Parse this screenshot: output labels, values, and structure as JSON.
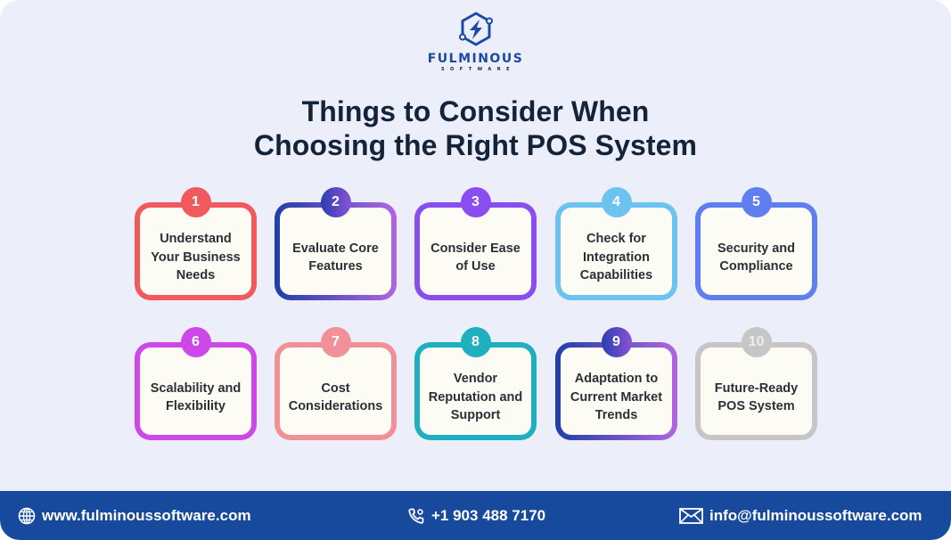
{
  "logo": {
    "wordmark": "FULMINOUS",
    "subtext": "SOFTWARE",
    "icon": "hexagon-lightning-icon",
    "color": "#1b4aa6"
  },
  "title": {
    "line1": "Things to Consider When",
    "line2": "Choosing the Right POS System"
  },
  "cards": [
    {
      "number": "1",
      "label": "Understand Your Business Needs",
      "lines": [
        "Understand",
        "Your Business",
        "Needs"
      ],
      "color": "#f05a5e",
      "gradient": null
    },
    {
      "number": "2",
      "label": "Evaluate Core Features",
      "lines": [
        "Evaluate Core",
        "Features"
      ],
      "color": "#1f3fa8",
      "gradient": [
        "#1f3fa8",
        "#b066e0"
      ]
    },
    {
      "number": "3",
      "label": "Consider Ease of Use",
      "lines": [
        "Consider Ease",
        "of Use"
      ],
      "color": "#8a4ef0",
      "gradient": null
    },
    {
      "number": "4",
      "label": "Check for Integration Capabilities",
      "lines": [
        "Check for",
        "Integration",
        "Capabilities"
      ],
      "color": "#6cc3ef",
      "gradient": null
    },
    {
      "number": "5",
      "label": "Security and Compliance",
      "lines": [
        "Security and",
        "Compliance"
      ],
      "color": "#5f7ff0",
      "gradient": null
    },
    {
      "number": "6",
      "label": "Scalability and Flexibility",
      "lines": [
        "Scalability and",
        "Flexibility"
      ],
      "color": "#cc49e8",
      "gradient": null
    },
    {
      "number": "7",
      "label": "Cost Considerations",
      "lines": [
        "Cost",
        "Considerations"
      ],
      "color": "#ef9196",
      "gradient": null
    },
    {
      "number": "8",
      "label": "Vendor Reputation and Support",
      "lines": [
        "Vendor",
        "Reputation and",
        "Support"
      ],
      "color": "#1fb0bf",
      "gradient": null
    },
    {
      "number": "9",
      "label": "Adaptation to Current Market Trends",
      "lines": [
        "Adaptation to",
        "Current Market",
        "Trends"
      ],
      "color": "#1f3fa8",
      "gradient": [
        "#1f3fa8",
        "#b066e0"
      ]
    },
    {
      "number": "10",
      "label": "Future-Ready POS System",
      "lines": [
        "Future-Ready",
        "POS System"
      ],
      "color": "#c6c6c6",
      "gradient": null
    }
  ],
  "footer": {
    "website": {
      "icon": "globe-icon",
      "text": "www.fulminoussoftware.com"
    },
    "phone": {
      "icon": "phone-icon",
      "text": "+1 903 488 7170"
    },
    "email": {
      "icon": "envelope-icon",
      "text": "info@fulminoussoftware.com"
    },
    "background": "#174a9c"
  },
  "colors": {
    "background": "#eceef9",
    "card_fill": "#fdfcf4",
    "title_text": "#13233a",
    "card_text": "#2d2f36"
  }
}
